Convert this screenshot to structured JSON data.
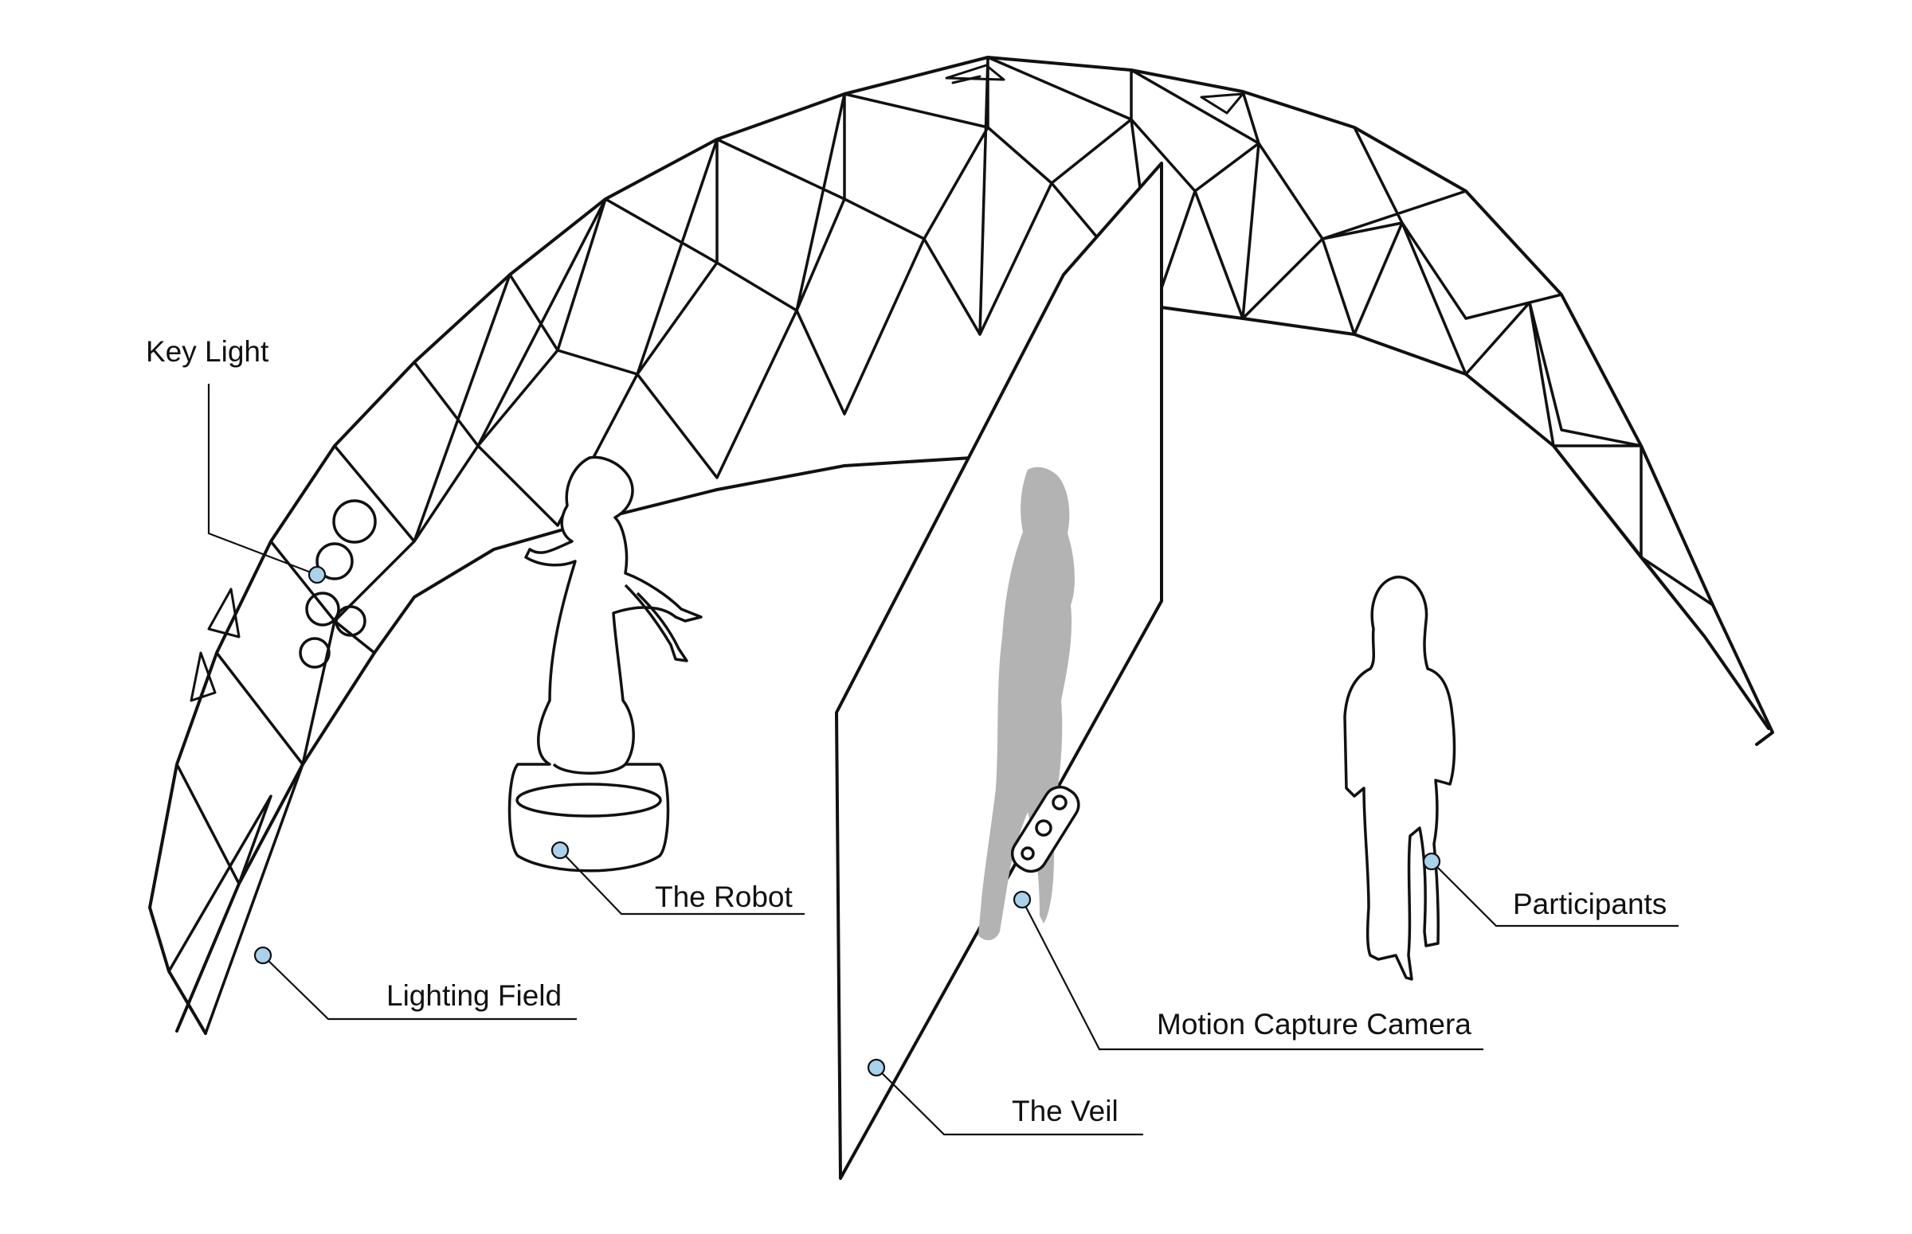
{
  "labels": {
    "key_light": "Key Light",
    "robot": "The Robot",
    "lighting_field": "Lighting Field",
    "motion_capture_camera": "Motion Capture Camera",
    "veil": "The Veil",
    "participants": "Participants"
  },
  "colors": {
    "marker": "#a9d3ec",
    "line": "#111111",
    "shadow": "#b3b3b3"
  }
}
